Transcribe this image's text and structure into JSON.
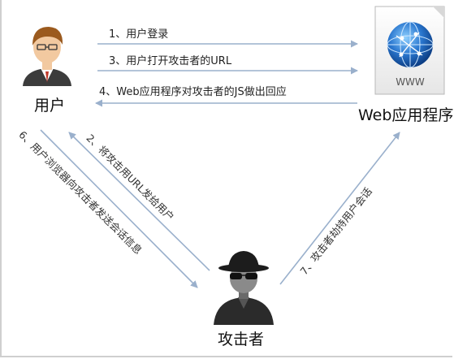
{
  "nodes": {
    "user": "用户",
    "web_app": "Web应用程序",
    "web_icon_text": "WWW",
    "attacker": "攻击者"
  },
  "steps": {
    "s1": "1、用户登录",
    "s3": "3、用户打开攻击者的URL",
    "s4": "4、Web应用程序对攻击者的JS做出回应",
    "s2": "2、将攻击用URL发给用户",
    "s6": "6、用户浏览器向攻击者发送会话信息",
    "s7": "7、攻击者劫持用户会话"
  },
  "colors": {
    "arrow": "#9ab0cc",
    "globe": "#1f5fae",
    "skin": "#f2c9a0",
    "hair": "#9b5a1e",
    "suit": "#3c3c3c"
  }
}
